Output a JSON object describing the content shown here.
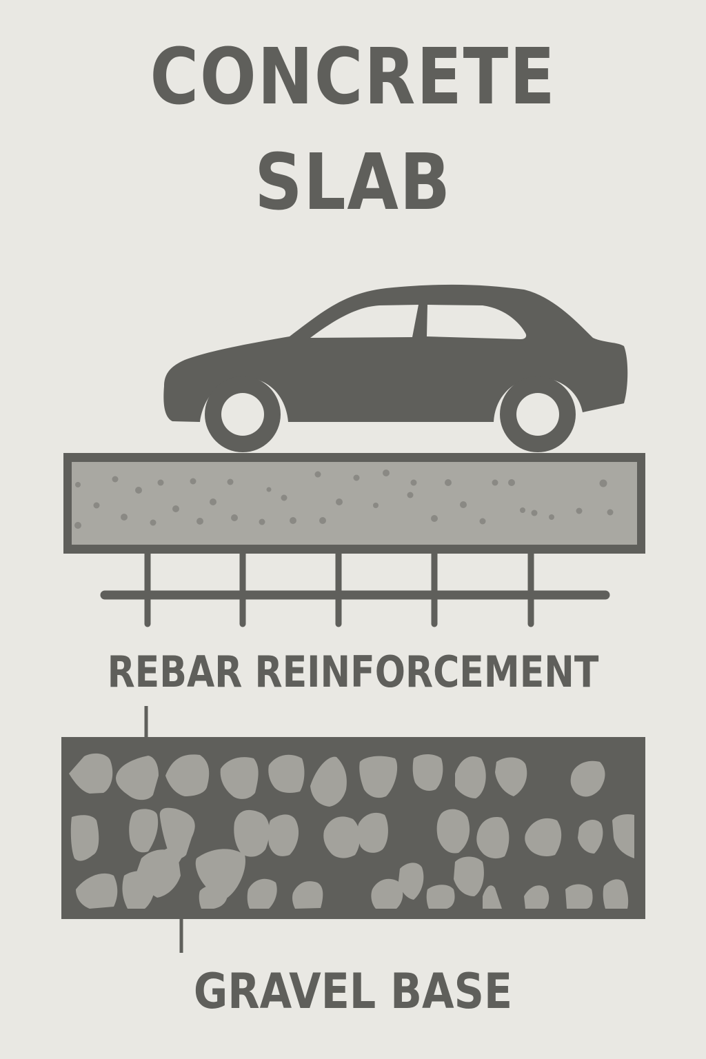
{
  "diagram": {
    "title": {
      "line1": "CONCRETE",
      "line2": "SLAB"
    },
    "labels": {
      "rebar": "REBAR REINFORCEMENT",
      "gravel": "GRAVEL BASE"
    },
    "icons": {
      "vehicle": "car-icon",
      "slab": "concrete-slab-icon",
      "rebar": "rebar-grid-icon",
      "gravel": "gravel-layer-icon"
    },
    "colors": {
      "background": "#e9e8e3",
      "ink": "#5f5f5b",
      "concrete_fill": "#a9a8a2",
      "aggregate_dot": "#8a8984",
      "gravel_stone": "#a3a29c"
    },
    "layers": [
      "Concrete slab",
      "Rebar reinforcement",
      "Gravel base"
    ]
  }
}
